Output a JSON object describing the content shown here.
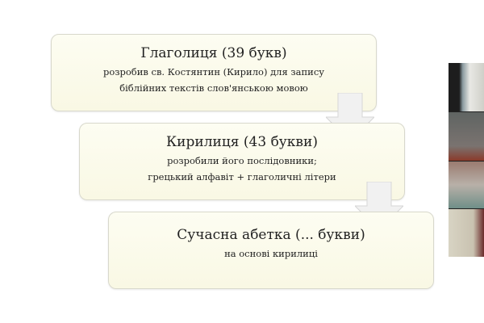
{
  "steps": [
    {
      "title": "Глаголиця (39 букв)",
      "lines": [
        "розробив св. Костянтин (Кирило) для запису",
        "біблійних текстів  слов'янською мовою"
      ]
    },
    {
      "title": "Кирилиця (43 букви)",
      "lines": [
        "розробили його послідовники;",
        "грецький алфавіт + глаголичні літери"
      ]
    },
    {
      "title": "Сучасна абетка (... букви)",
      "lines": [
        "на основі кирилиці"
      ]
    }
  ],
  "colors": {
    "box_fill": "#fbfaea",
    "arrow_fill": "#f1f1f1"
  }
}
